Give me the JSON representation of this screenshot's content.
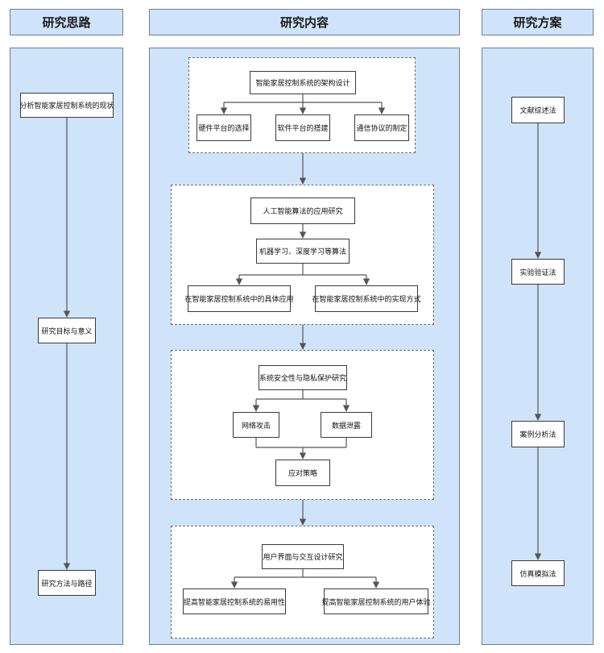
{
  "headers": {
    "left": "研究思路",
    "middle": "研究内容",
    "right": "研究方案"
  },
  "left_nodes": [
    "分析智能家居控制系统的现状",
    "研究目标与意义",
    "研究方法与路径"
  ],
  "right_nodes": [
    "文献综述法",
    "实验验证法",
    "案例分析法",
    "仿真模拟法"
  ],
  "group1": {
    "main": "智能家居控制系统的架构设计",
    "children": [
      "硬件平台的选择",
      "软件平台的搭建",
      "通信协议的制定"
    ]
  },
  "group2": {
    "main": "人工智能算法的应用研究",
    "sub": "机器学习、深度学习等算法",
    "children": [
      "在智能家居控制系统中的具体应用",
      "在智能家居控制系统中的实现方式"
    ]
  },
  "group3": {
    "main": "系统安全性与隐私保护研究",
    "children": [
      "网络攻击",
      "数据泄露"
    ],
    "result": "应对策略"
  },
  "group4": {
    "main": "用户界面与交互设计研究",
    "children": [
      "提高智能家居控制系统的易用性",
      "提高智能家居控制系统的用户体验"
    ]
  },
  "colors": {
    "panel": "#cfe4fb",
    "border": "#6f7f92",
    "line": "#555555"
  }
}
